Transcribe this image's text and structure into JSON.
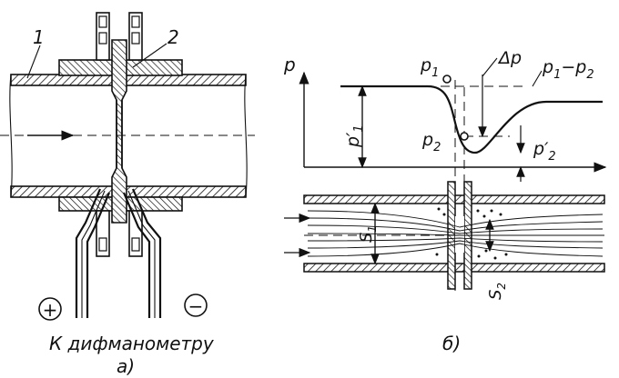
{
  "labels": {
    "part_1": "1",
    "part_2": "2",
    "plus_sign": "+",
    "minus_sign": "−",
    "caption_a_line1": "К дифманометру",
    "caption_a_line2": "а)",
    "caption_b": "б)",
    "axis_p": "p",
    "p1": "p",
    "p1_sub": "1",
    "p2": "p",
    "p2_sub": "2",
    "delta_p": "Δp",
    "p1_minus_p2": "p",
    "p1_minus_p2_sub1": "1",
    "p1_minus_p2_mid": "−p",
    "p1_minus_p2_sub2": "2",
    "p1_prime": "p",
    "p1_prime_mark": "′",
    "p1_prime_sub": "1",
    "p2_prime": "p",
    "p2_prime_mark": "′",
    "p2_prime_sub": "2",
    "s1": "S",
    "s1_sub": "1",
    "s2": "S",
    "s2_sub": "2"
  }
}
